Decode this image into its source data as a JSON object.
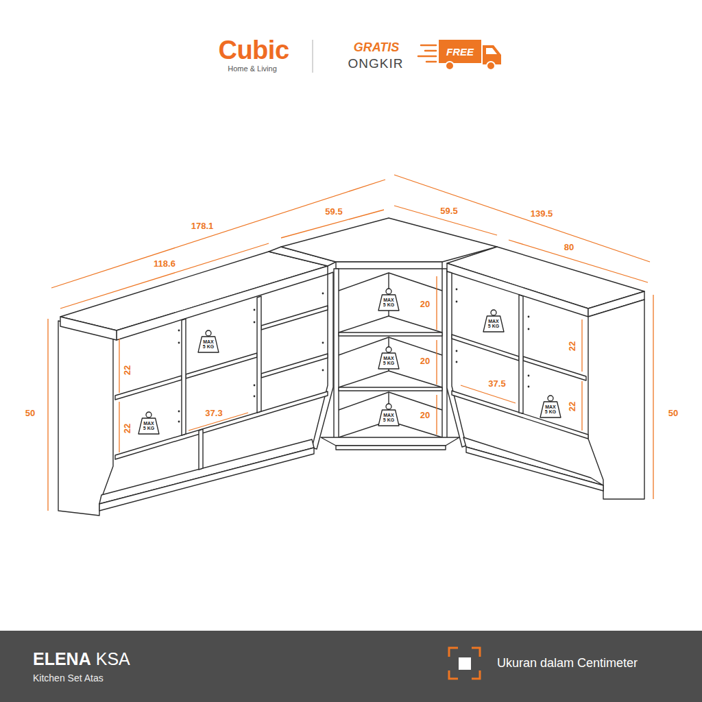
{
  "diagram": {
    "nodes": [
      {
        "text": [
          "MAX 5 KG"
        ]
      },
      {
        "text": [
          "MAX 5 KG"
        ]
      },
      {
        "text": [
          "MAX 5 KG"
        ]
      },
      {
        "text": [
          "MAX 5 KG"
        ]
      },
      {
        "text": [
          "MAX 5 KG"
        ]
      },
      {
        "text": [
          "MAX 5 KG"
        ]
      },
      {
        "text": [
          "MAX 5 KG"
        ]
      }
    ],
    "labels": [
      "Cubic",
      "Home & Living",
      "GRATIS",
      "ONGKIR",
      "FREE",
      "178.1",
      "59.5",
      "59.5",
      "139.5",
      "118.6",
      "80",
      "50",
      "50",
      "22",
      "22",
      "37.3",
      "20",
      "20",
      "20",
      "37.5",
      "22",
      "22",
      "ELENA",
      "KSA",
      "Kitchen Set Atas",
      "Ukuran dalam Centimeter"
    ]
  }
}
